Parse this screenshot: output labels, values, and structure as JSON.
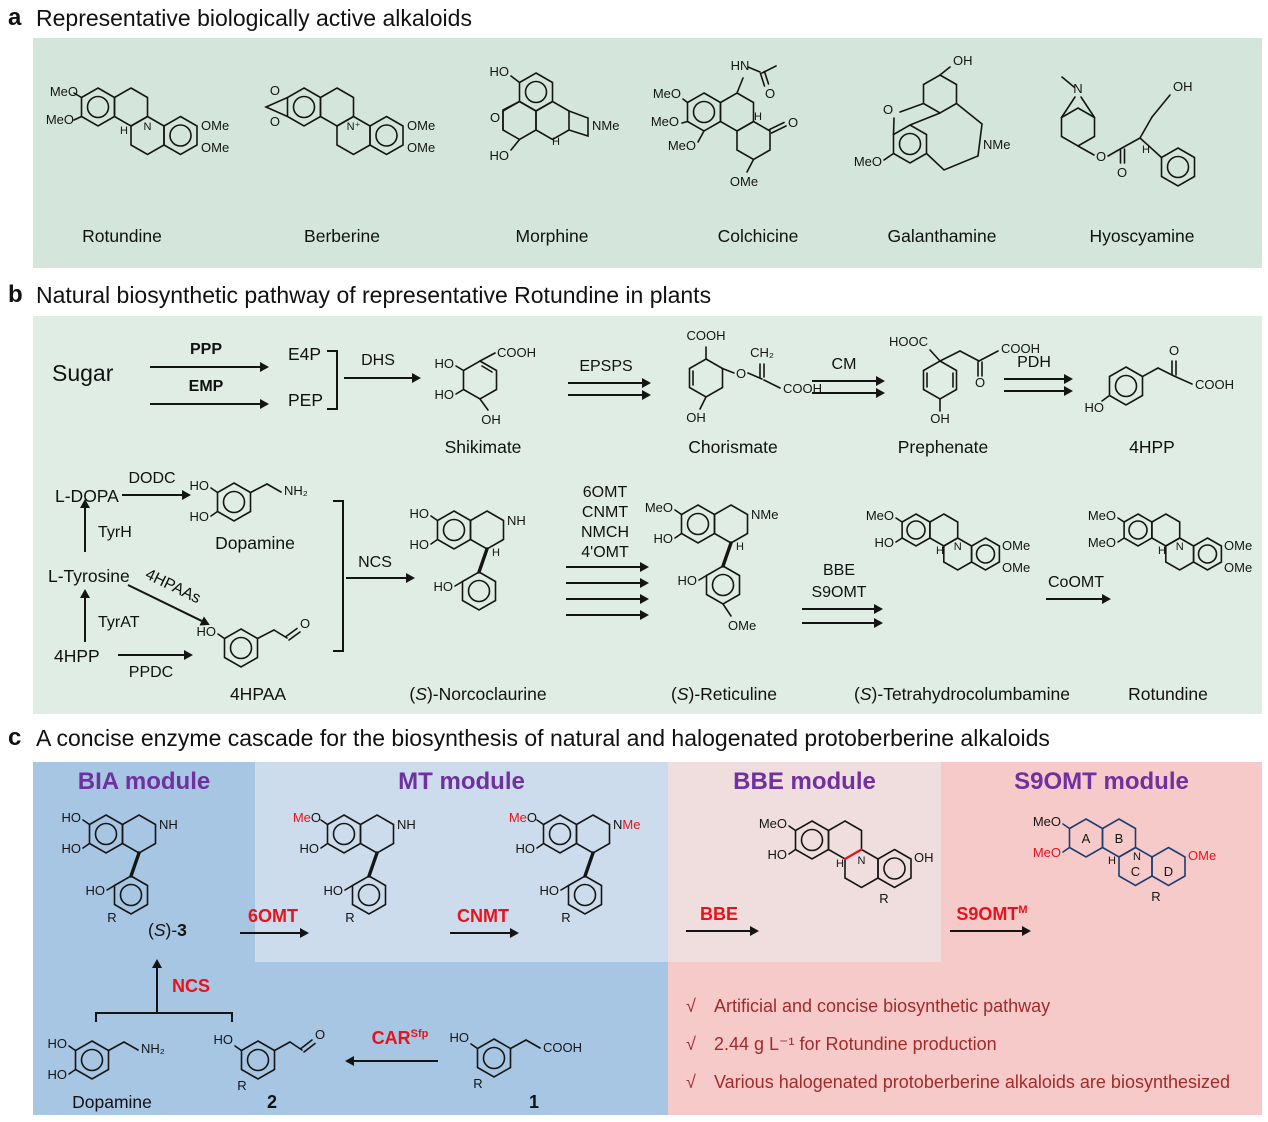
{
  "a": {
    "tag": "a",
    "title": "Representative biologically active alkaloids",
    "rotundine": {
      "name": "Rotundine",
      "meo1": "MeO",
      "meo2": "MeO",
      "n": "N",
      "h": "H",
      "ome1": "OMe",
      "ome2": "OMe"
    },
    "berberine": {
      "name": "Berberine",
      "o1": "O",
      "o2": "O",
      "nplus": "N⁺",
      "ome1": "OMe",
      "ome2": "OMe"
    },
    "morphine": {
      "name": "Morphine",
      "ho1": "HO",
      "o": "O",
      "ho2": "HO",
      "nme": "NMe",
      "h": "H"
    },
    "colchicine": {
      "name": "Colchicine",
      "meo1": "MeO",
      "meo2": "MeO",
      "meo3": "MeO",
      "hn": "HN",
      "o1": "O",
      "h": "H",
      "o2": "O",
      "ome": "OMe"
    },
    "galanthamine": {
      "name": "Galanthamine",
      "oh": "OH",
      "o": "O",
      "meo": "MeO",
      "nme": "NMe"
    },
    "hyoscyamine": {
      "name": "Hyoscyamine",
      "n": "N",
      "o1": "O",
      "o2": "O",
      "h": "H",
      "oh": "OH"
    }
  },
  "b": {
    "tag": "b",
    "title": "Natural biosynthetic pathway of representative Rotundine in plants",
    "sugar": "Sugar",
    "ppp": "PPP",
    "emp": "EMP",
    "e4p": "E4P",
    "pep": "PEP",
    "dhs": "DHS",
    "epsps": "EPSPS",
    "cm": "CM",
    "pdh": "PDH",
    "shikimate": {
      "name": "Shikimate",
      "cooh": "COOH",
      "ho1": "HO",
      "ho2": "HO",
      "oh": "OH"
    },
    "chorismate": {
      "name": "Chorismate",
      "cooh1": "COOH",
      "o": "O",
      "ch2": "CH₂",
      "cooh2": "COOH",
      "oh": "OH"
    },
    "prephenate": {
      "name": "Prephenate",
      "hooc": "HOOC",
      "o": "O",
      "cooh": "COOH",
      "oh": "OH"
    },
    "hpp4": {
      "name": "4HPP",
      "ho": "HO",
      "o": "O",
      "cooh": "COOH"
    },
    "ldopa": "L-DOPA",
    "dodc": "DODC",
    "tyrh": "TyrH",
    "ltyrosine": "L-Tyrosine",
    "tyrat": "TyrAT",
    "hpaas": "4HPAAs",
    "hpp": "4HPP",
    "ppdc": "PPDC",
    "ncs": "NCS",
    "dopamine": {
      "name": "Dopamine",
      "ho1": "HO",
      "ho2": "HO",
      "nh2": "NH₂"
    },
    "hpaa": {
      "name": "4HPAA",
      "ho": "HO",
      "o": "O"
    },
    "norcoclaurine": {
      "p0": "(",
      "s": "S",
      "p1": ")-Norcoclaurine",
      "ho1": "HO",
      "ho2": "HO",
      "nh": "NH",
      "h": "H",
      "ho3": "HO"
    },
    "mt_enzymes": [
      "6OMT",
      "CNMT",
      "NMCH",
      "4'OMT"
    ],
    "reticuline": {
      "p0": "(",
      "s": "S",
      "p1": ")-Reticuline",
      "meo": "MeO",
      "ho1": "HO",
      "nme": "NMe",
      "h": "H",
      "ho2": "HO",
      "ome": "OMe"
    },
    "bbe": "BBE",
    "s9omt": "S9OMT",
    "thc": {
      "p0": "(",
      "s": "S",
      "p1": ")-Tetrahydrocolumbamine",
      "meo": "MeO",
      "ho": "HO",
      "n": "N",
      "h": "H",
      "ome1": "OMe",
      "ome2": "OMe"
    },
    "coomt": "CoOMT",
    "rotundine": {
      "name": "Rotundine",
      "meo1": "MeO",
      "meo2": "MeO",
      "n": "N",
      "h": "H",
      "ome1": "OMe",
      "ome2": "OMe"
    }
  },
  "c": {
    "tag": "c",
    "title": "A concise enzyme cascade for the biosynthesis of natural and halogenated protoberberine alkaloids",
    "modules": {
      "bia": "BIA module",
      "mt": "MT module",
      "bbe": "BBE module",
      "s9omt": "S9OMT module"
    },
    "s3": {
      "ho1": "HO",
      "ho2": "HO",
      "nh": "NH",
      "ho3": "HO",
      "r": "R",
      "p0": "(",
      "s": "S",
      "p1": ")-",
      "num": "3"
    },
    "ncs": "NCS",
    "omt6": "6OMT",
    "cnmt": "CNMT",
    "bbe": "BBE",
    "s9omt": {
      "text": "S9OMT",
      "sup": "M"
    },
    "car": {
      "text": "CAR",
      "sup": "Sfp"
    },
    "mt1": {
      "me": "Me",
      "o": "O",
      "ho1": "HO",
      "nh": "NH",
      "ho2": "HO",
      "r": "R"
    },
    "mt2": {
      "me": "Me",
      "o": "O",
      "n": "N",
      "nme": "Me",
      "ho1": "HO",
      "ho2": "HO",
      "r": "R"
    },
    "bbe_product": {
      "meo": "MeO",
      "ho": "HO",
      "n": "N",
      "h": "H",
      "oh": "OH",
      "r": "R"
    },
    "s9_product": {
      "meo1": "MeO",
      "meo2": "MeO",
      "ring_a": "A",
      "ring_b": "B",
      "ring_c": "C",
      "ring_d": "D",
      "n": "N",
      "h": "H",
      "ome": "OMe",
      "r": "R"
    },
    "dopamine": {
      "name": "Dopamine",
      "ho1": "HO",
      "ho2": "HO",
      "nh2": "NH₂"
    },
    "c2": {
      "num": "2",
      "ho": "HO",
      "r": "R",
      "o": "O"
    },
    "c1": {
      "num": "1",
      "ho": "HO",
      "r": "R",
      "cooh": "COOH"
    },
    "checks": {
      "mark": "√",
      "items": [
        "Artificial and concise biosynthetic pathway",
        "2.44 g L⁻¹ for Rotundine production",
        "Various halogenated protoberberine alkaloids are biosynthesized"
      ]
    }
  }
}
